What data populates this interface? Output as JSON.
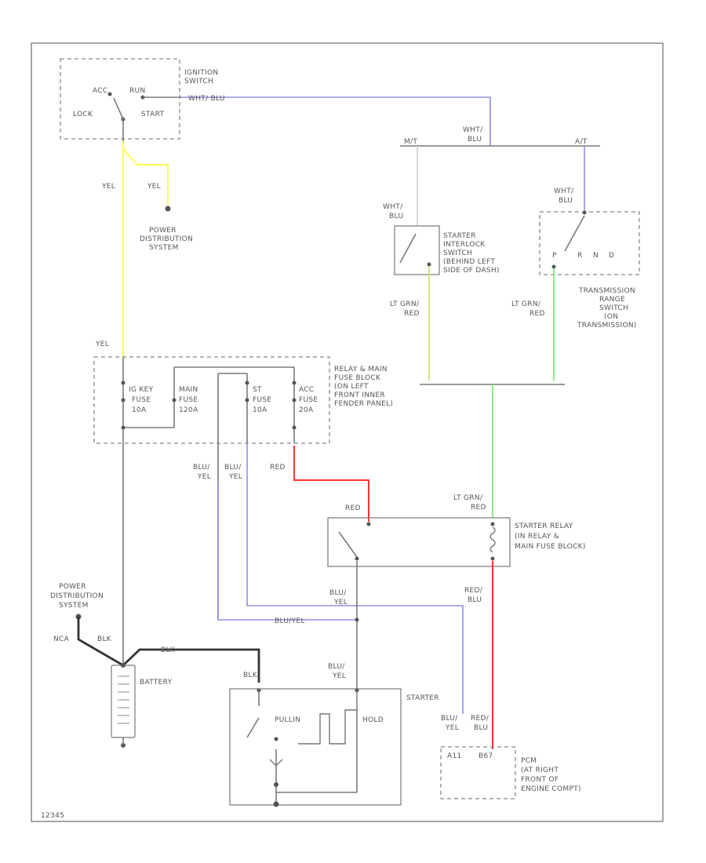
{
  "diagram_id": "12345",
  "colors": {
    "wire_default": "#7a7a7a",
    "wire_yellow": "#ffff55",
    "wire_blue": "#8f8fe6",
    "wire_red": "#ff3333",
    "wire_green": "#7fe87f",
    "wire_yellow_green": "#cfe07a",
    "wire_black": "#333333"
  },
  "labels": {
    "ignition_switch": [
      "IGNITION",
      "SWITCH"
    ],
    "acc": "ACC",
    "run": "RUN",
    "lock": "LOCK",
    "start": "START",
    "wht_blu_top": "WHT/ BLU",
    "wht": "WHT/",
    "blu": "BLU",
    "mt": "M/T",
    "at": "A/T",
    "yel": "YEL",
    "power_dist_system_1": [
      "POWER",
      "DISTRIBUTION",
      "SYSTEM"
    ],
    "starter_interlock": [
      "STARTER",
      "INTERLOCK",
      "SWITCH",
      "(BEHIND LEFT",
      "SIDE OF DASH)"
    ],
    "trans_range": [
      "TRANSMISSION",
      "RANGE",
      "SWITCH",
      "(ON",
      "TRANSMISSION)"
    ],
    "range_letters": [
      "P",
      "R",
      "N",
      "D"
    ],
    "lt_grn": "LT GRN/",
    "red": "RED",
    "relay_fuse_block": [
      "RELAY & MAIN",
      "FUSE BLOCK",
      "(ON LEFT",
      "FRONT INNER",
      "FENDER PANEL)"
    ],
    "fuse1": [
      "IG KEY",
      "FUSE",
      "10A"
    ],
    "fuse2": [
      "MAIN",
      "FUSE",
      "120A"
    ],
    "fuse3": [
      "ST",
      "FUSE",
      "10A"
    ],
    "fuse4": [
      "ACC",
      "FUSE",
      "20A"
    ],
    "blu_yel": "BLU/ YEL",
    "blu_slash": "BLU/",
    "starter_relay": [
      "STARTER RELAY",
      "(IN RELAY &",
      "MAIN FUSE BLOCK)"
    ],
    "red_slash": "RED/",
    "power_dist_system_2": [
      "POWER",
      "DISTRIBUTION",
      "SYSTEM"
    ],
    "nca": "NCA",
    "blk": "BLK",
    "battery": "BATTERY",
    "blu_yel_joint": "BLU/YEL",
    "starter": "STARTER",
    "pullin": "PULLIN",
    "hold": "HOLD",
    "pcm_pins": [
      "A11",
      "B67"
    ],
    "pcm": [
      "PCM",
      "(AT RIGHT",
      "FRONT OF",
      "ENGINE COMPT)"
    ]
  }
}
